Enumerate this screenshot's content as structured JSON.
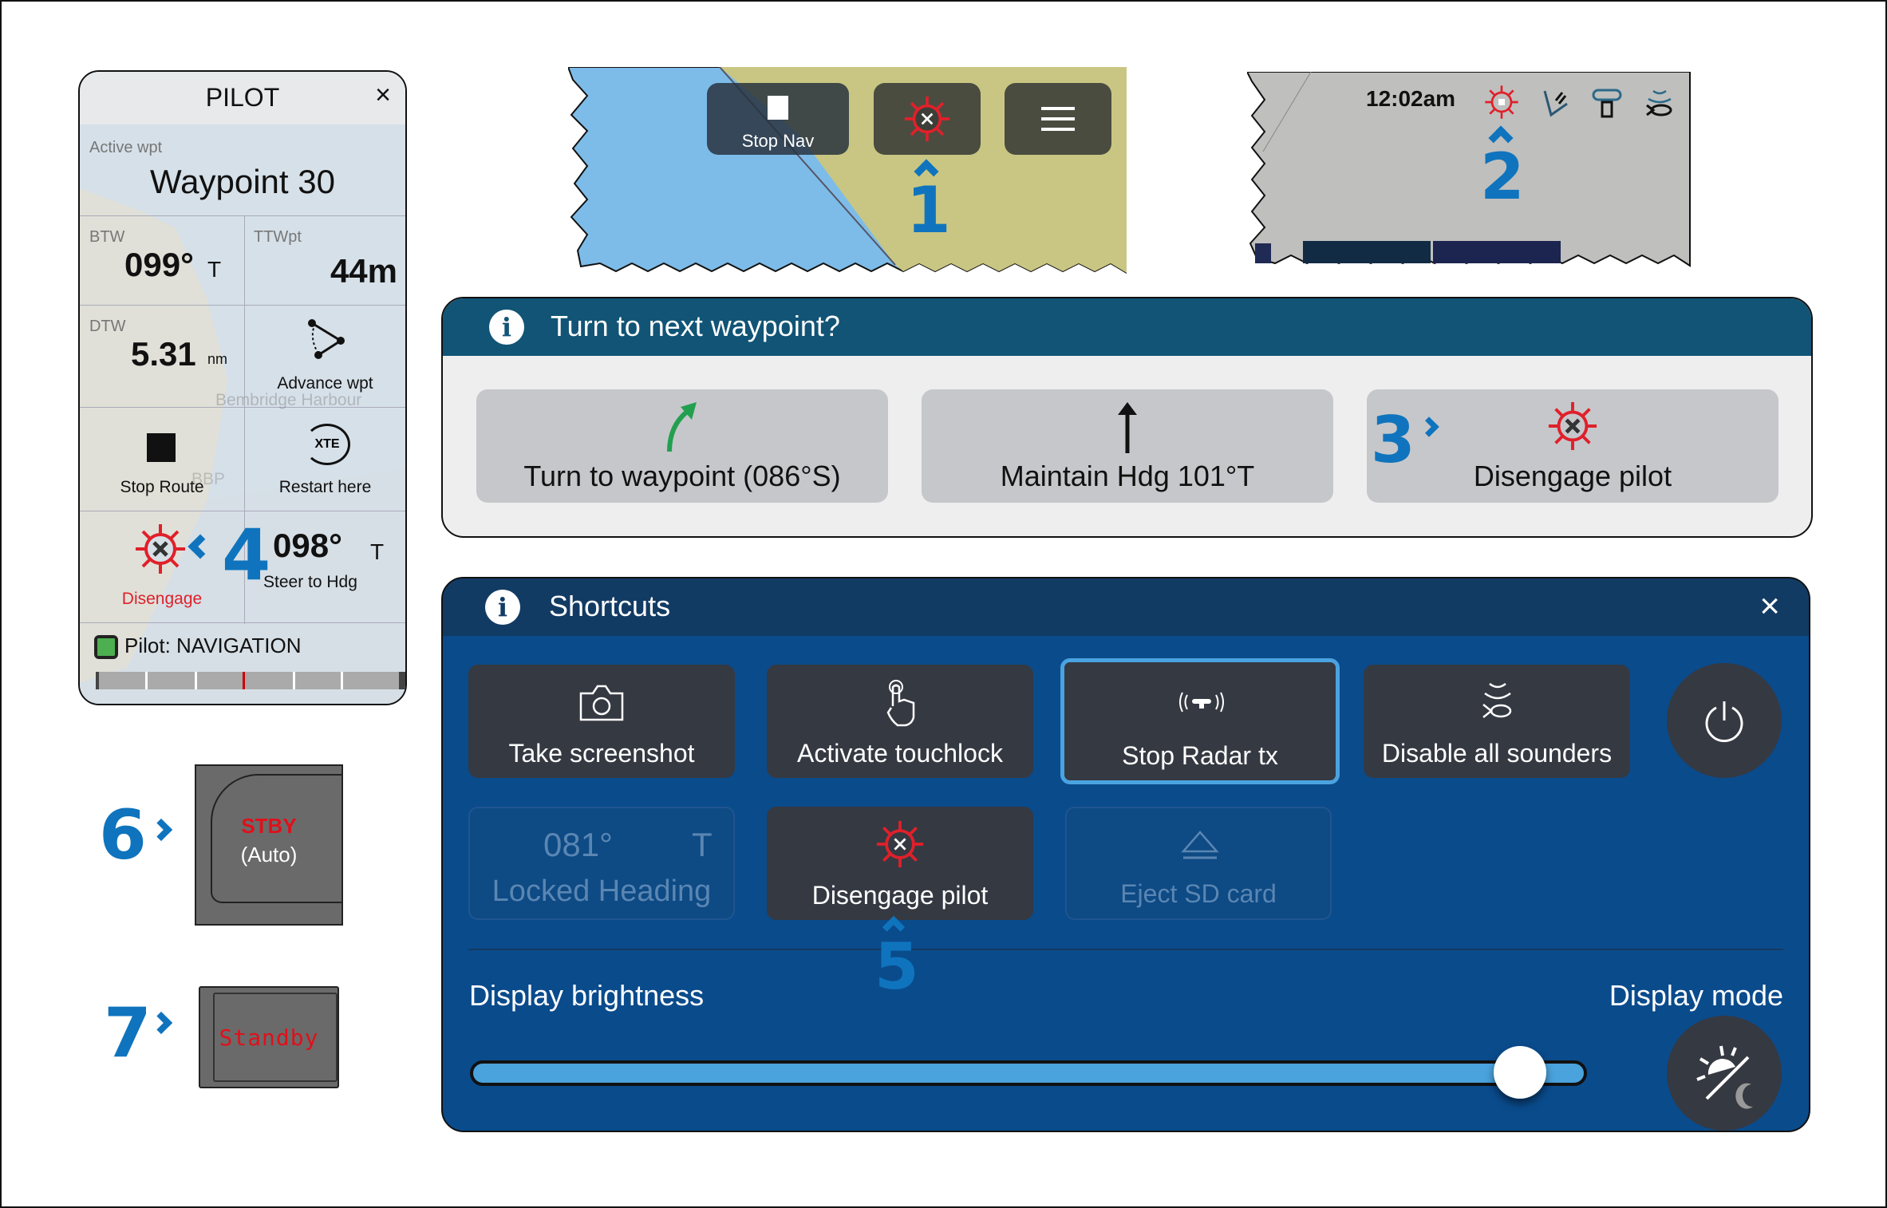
{
  "pilot": {
    "title": "PILOT",
    "close": "×",
    "active_wpt_label": "Active wpt",
    "active_wpt": "Waypoint 30",
    "btw_label": "BTW",
    "btw_value": "099°",
    "btw_unit": "T",
    "ttwpt_label": "TTWpt",
    "ttwpt_value": "44m",
    "dtw_label": "DTW",
    "dtw_value": "5.31",
    "dtw_unit": "nm",
    "advance_label": "Advance wpt",
    "map_text_1": "Bembridge Harbour",
    "map_text_2": "BBP",
    "stop_route_label": "Stop Route",
    "restart_label": "Restart here",
    "restart_icon_text": "XTE",
    "disengage_label": "Disengage",
    "steer_value": "098°",
    "steer_unit": "T",
    "steer_label": "Steer to Hdg",
    "status": "Pilot: NAVIGATION",
    "status_color": "#4caf50"
  },
  "chart_snippet": {
    "stop_nav_label": "Stop Nav"
  },
  "status_bar": {
    "time": "12:02am"
  },
  "turn_dialog": {
    "title": "Turn to next waypoint?",
    "options": [
      {
        "label": "Turn to waypoint (086°S)",
        "icon": "curved-arrow-icon"
      },
      {
        "label": "Maintain Hdg 101°T",
        "icon": "up-arrow-icon"
      },
      {
        "label": "Disengage pilot",
        "icon": "helm-disengage-icon"
      }
    ]
  },
  "shortcuts": {
    "title": "Shortcuts",
    "close": "×",
    "tiles": [
      {
        "label": "Take screenshot",
        "icon": "camera-icon"
      },
      {
        "label": "Activate touchlock",
        "icon": "touch-icon"
      },
      {
        "label": "Stop Radar tx",
        "icon": "radar-icon"
      },
      {
        "label": "Disable all sounders",
        "icon": "sounder-icon"
      }
    ],
    "locked_heading_value": "081°",
    "locked_heading_unit": "T",
    "locked_heading_label": "Locked Heading",
    "disengage_label": "Disengage pilot",
    "eject_label": "Eject SD card",
    "brightness_label": "Display brightness",
    "brightness_value_pct": 94,
    "display_mode_label": "Display mode"
  },
  "hardware": {
    "stby_label": "STBY",
    "auto_label": "(Auto)",
    "standby_label": "Standby"
  },
  "callouts": [
    "1",
    "2",
    "3",
    "4",
    "5",
    "6",
    "7"
  ],
  "colors": {
    "callout": "#0f74bd",
    "disengage_red": "#e0202a",
    "dialog_header": "#115476",
    "shortcuts_bg": "#0a4b8c"
  }
}
